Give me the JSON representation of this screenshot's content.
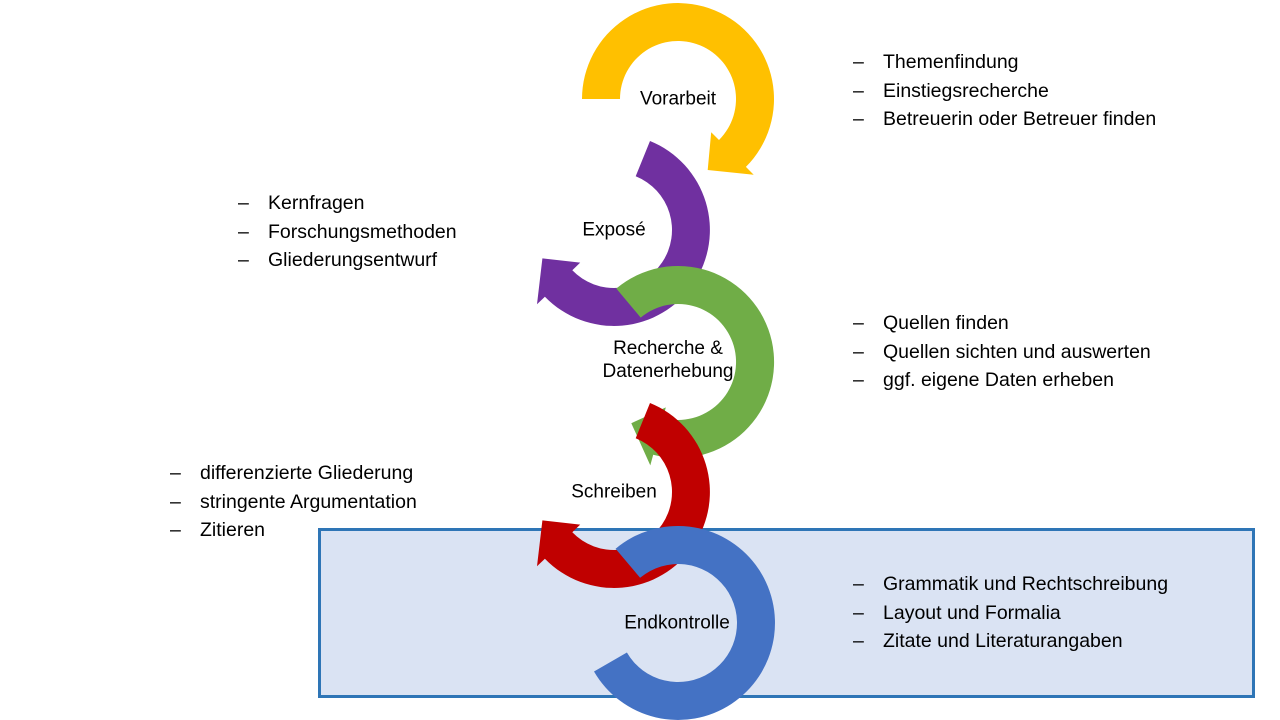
{
  "steps": [
    {
      "id": "vorarbeit",
      "label": "Vorarbeit",
      "color": "#ffc000",
      "bullets": [
        "Themenfindung",
        "Einstiegsrecherche",
        "Betreuerin oder Betreuer finden"
      ]
    },
    {
      "id": "expose",
      "label": "Exposé",
      "color": "#7030a0",
      "bullets": [
        "Kernfragen",
        "Forschungsmethoden",
        "Gliederungsentwurf"
      ]
    },
    {
      "id": "recherche",
      "label_lines": [
        "Recherche &",
        "Datenerhebung"
      ],
      "color": "#70ad47",
      "bullets": [
        "Quellen finden",
        "Quellen sichten und auswerten",
        "ggf. eigene Daten erheben"
      ]
    },
    {
      "id": "schreiben",
      "label": "Schreiben",
      "color": "#c00000",
      "bullets": [
        "differenzierte Gliederung",
        "stringente Argumentation",
        "Zitieren"
      ]
    },
    {
      "id": "endkontrolle",
      "label": "Endkontrolle",
      "color": "#4472c4",
      "bullets": [
        "Grammatik und Rechtschreibung",
        "Layout und Formalia",
        "Zitate und Literaturangaben"
      ]
    }
  ],
  "highlight": {
    "fill": "#dae3f3",
    "border": "#2e75b6"
  }
}
